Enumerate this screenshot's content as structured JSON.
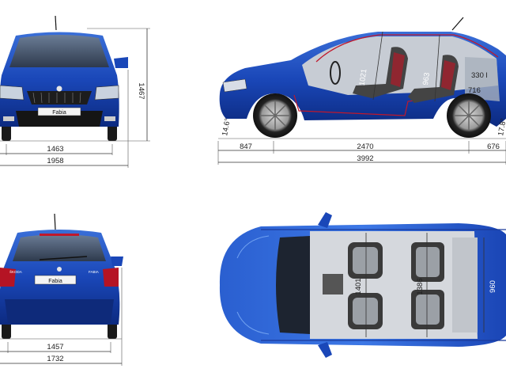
{
  "front_view": {
    "plate_text": "Fabia",
    "track_front": "1463",
    "width": "1958",
    "height": "1467"
  },
  "side_view": {
    "ground_clearance_front": "14.6°",
    "ground_clearance_rear": "17.8°",
    "front_overhang": "847",
    "wheelbase": "2470",
    "rear_overhang": "676",
    "length": "3992",
    "front_headroom": "1021",
    "rear_headroom": "963",
    "boot_volume": "330 l",
    "boot_length": "716"
  },
  "rear_view": {
    "plate_text": "Fabia",
    "badge_left": "ŠKODA",
    "badge_right": "FABIA",
    "track_rear": "1457",
    "width_mirrors": "1732"
  },
  "top_view": {
    "front_elbow_width": "1401",
    "rear_elbow_width": "1386",
    "boot_width": "960"
  }
}
